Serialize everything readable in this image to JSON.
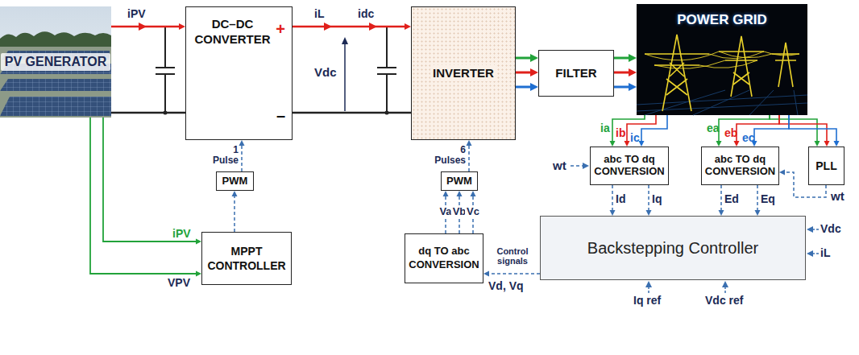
{
  "diagram": {
    "nodes": [
      {
        "text": [
          "PV GENERATOR"
        ]
      },
      {
        "text": [
          "DC–DC CONVERTER",
          "+",
          "–"
        ]
      },
      {
        "text": [
          "INVERTER"
        ]
      },
      {
        "text": [
          "FILTER"
        ]
      },
      {
        "text": [
          "POWER GRID"
        ]
      },
      {
        "text": [
          "PWM"
        ]
      },
      {
        "text": [
          "MPPT CONTROLLER"
        ]
      },
      {
        "text": [
          "PWM"
        ]
      },
      {
        "text": [
          "dq TO abc CONVERSION"
        ]
      },
      {
        "text": [
          "abc TO dq CONVERSION"
        ]
      },
      {
        "text": [
          "abc TO dq CONVERSION"
        ]
      },
      {
        "text": [
          "PLL"
        ]
      },
      {
        "text": [
          "Backstepping Controller"
        ]
      }
    ],
    "edges": [
      {
        "from": 0,
        "to": 1,
        "arrow": "to"
      },
      {
        "from": 1,
        "to": 2,
        "arrow": "to"
      },
      {
        "from": 2,
        "to": 3,
        "arrow": "to"
      },
      {
        "from": 2,
        "to": 3,
        "arrow": "to"
      },
      {
        "from": 2,
        "to": 3,
        "arrow": "to"
      },
      {
        "from": 3,
        "to": 4,
        "arrow": "to"
      },
      {
        "from": 3,
        "to": 4,
        "arrow": "to"
      },
      {
        "from": 3,
        "to": 4,
        "arrow": "to"
      },
      {
        "from": 5,
        "to": 1,
        "arrow": "to"
      },
      {
        "from": 6,
        "to": 5,
        "arrow": "to"
      },
      {
        "from": 0,
        "to": 6,
        "label": "iPV",
        "arrow": "to"
      },
      {
        "from": 0,
        "to": 6,
        "label": "VPV",
        "arrow": "to"
      },
      {
        "from": 7,
        "to": 2,
        "arrow": "to"
      },
      {
        "from": 8,
        "to": 7,
        "label": "Va",
        "arrow": "to"
      },
      {
        "from": 8,
        "to": 7,
        "label": "Vb",
        "arrow": "to"
      },
      {
        "from": 8,
        "to": 7,
        "label": "Vc",
        "arrow": "to"
      },
      {
        "from": 12,
        "to": 8,
        "arrow": "to"
      },
      {
        "from": 4,
        "to": 9,
        "label": "ia",
        "arrow": "to"
      },
      {
        "from": 4,
        "to": 9,
        "label": "ib",
        "arrow": "to"
      },
      {
        "from": 4,
        "to": 9,
        "label": "ic",
        "arrow": "to"
      },
      {
        "from": 4,
        "to": 10,
        "label": "ea",
        "arrow": "to"
      },
      {
        "from": 4,
        "to": 10,
        "label": "eb",
        "arrow": "to"
      },
      {
        "from": 4,
        "to": 10,
        "label": "ec",
        "arrow": "to"
      },
      {
        "from": 4,
        "to": 11,
        "arrow": "to"
      },
      {
        "from": 4,
        "to": 11,
        "arrow": "to"
      },
      {
        "from": 4,
        "to": 11,
        "arrow": "to"
      },
      {
        "from": 11,
        "to": 10,
        "label": "wt",
        "arrow": "to"
      },
      {
        "from": 9,
        "to": 12,
        "label": "Id",
        "arrow": "to"
      },
      {
        "from": 9,
        "to": 12,
        "label": "Iq",
        "arrow": "to"
      },
      {
        "from": 10,
        "to": 12,
        "label": "Ed",
        "arrow": "to"
      },
      {
        "from": 10,
        "to": 12,
        "label": "Eq",
        "arrow": "to"
      }
    ],
    "labels": [
      "iPV",
      "iL",
      "idc",
      "Vdc",
      "1 Pulse",
      "6 Pulses",
      "Control signals",
      "Vd, Vq",
      "wt",
      "Vdc",
      "iL",
      "Iq ref",
      "Vdc ref"
    ]
  }
}
